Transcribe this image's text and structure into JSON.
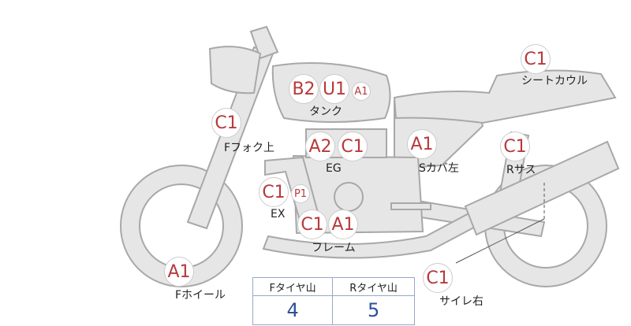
{
  "parts": {
    "seat_cowl": {
      "label": "シートカウル",
      "codes": [
        "C1"
      ]
    },
    "tank": {
      "label": "タンク",
      "codes": [
        "B2",
        "U1"
      ],
      "minor_codes": [
        "A1"
      ]
    },
    "f_fork_upper": {
      "label": "Fフォク上",
      "codes": [
        "C1"
      ]
    },
    "engine": {
      "label": "EG",
      "codes": [
        "A2",
        "C1"
      ]
    },
    "s_cover_left": {
      "label": "Sカバ左",
      "codes": [
        "A1"
      ]
    },
    "r_suspension": {
      "label": "Rサス",
      "codes": [
        "C1"
      ]
    },
    "exhaust": {
      "label": "EX",
      "codes": [
        "C1"
      ],
      "minor_codes": [
        "P1"
      ]
    },
    "frame": {
      "label": "フレーム",
      "codes": [
        "C1",
        "A1"
      ]
    },
    "f_wheel": {
      "label": "Fホイール",
      "codes": [
        "A1"
      ]
    },
    "silencer_right": {
      "label": "サイレ右",
      "codes": [
        "C1"
      ]
    }
  },
  "tire_table": {
    "headers": [
      "Fタイヤ山",
      "Rタイヤ山"
    ],
    "values": [
      "4",
      "5"
    ]
  },
  "colors": {
    "code_text": "#b7393b",
    "bike_fill": "#e6e6e6",
    "bike_stroke": "#a8a8a8",
    "table_value": "#2f4f9a"
  }
}
